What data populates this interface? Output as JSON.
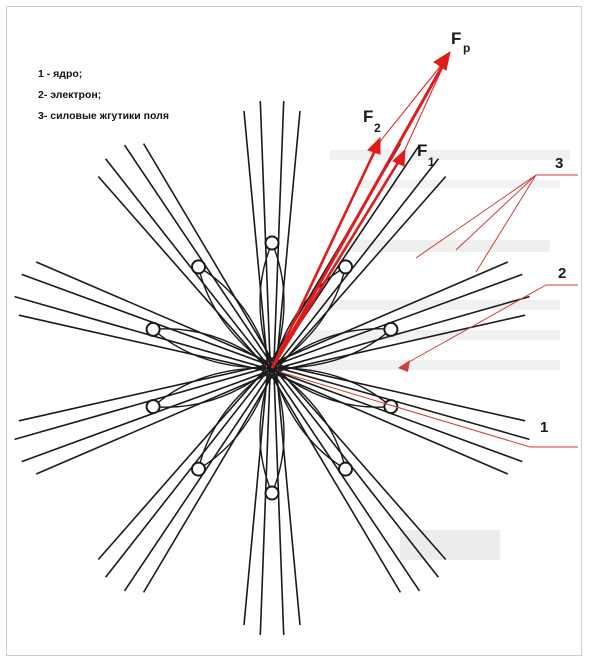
{
  "legend": [
    "1 - ядро;",
    "2-  электрон;",
    "3- силовые жгутики поля"
  ],
  "vector_labels": {
    "fp_main": "F",
    "fp_sub": "p",
    "f2_main": "F",
    "f2_sub": "2",
    "f1_main": "F",
    "f1_sub": "1"
  },
  "callouts": {
    "c3": "3",
    "c2": "2",
    "c1": "1"
  },
  "colors": {
    "ink": "#1a1a1a",
    "force": "#e01b1b",
    "callout": "#d33a3a"
  }
}
